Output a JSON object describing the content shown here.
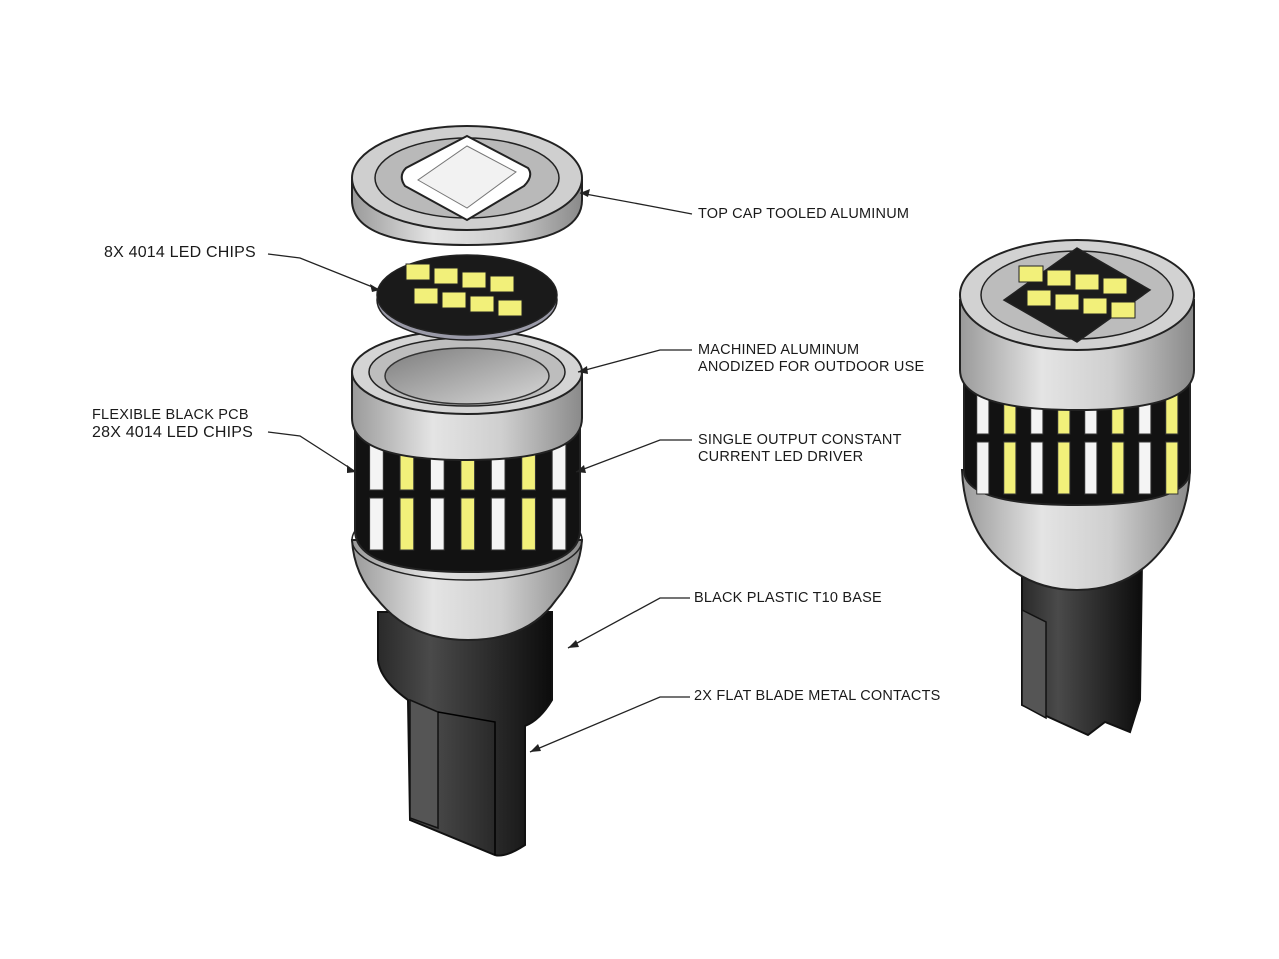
{
  "labels": {
    "top_cap": "TOP CAP TOOLED ALUMINUM",
    "top_chips": "8X 4014 LED CHIPS",
    "machined": [
      "MACHINED ALUMINUM",
      "ANODIZED FOR OUTDOOR USE"
    ],
    "pcb": [
      "FLEXIBLE BLACK PCB",
      "28X 4014 LED CHIPS"
    ],
    "driver": [
      "SINGLE OUTPUT CONSTANT",
      "CURRENT LED DRIVER"
    ],
    "base": "BLACK PLASTIC T10 BASE",
    "contacts": "2X FLAT BLADE METAL CONTACTS"
  },
  "colors": {
    "aluminum": "#c9c9c9",
    "aluminum_dark": "#8e8e8e",
    "led_yellow": "#f2f07a",
    "led_white": "#f4f4f4",
    "pcb_black": "#111111",
    "outline": "#222222"
  }
}
